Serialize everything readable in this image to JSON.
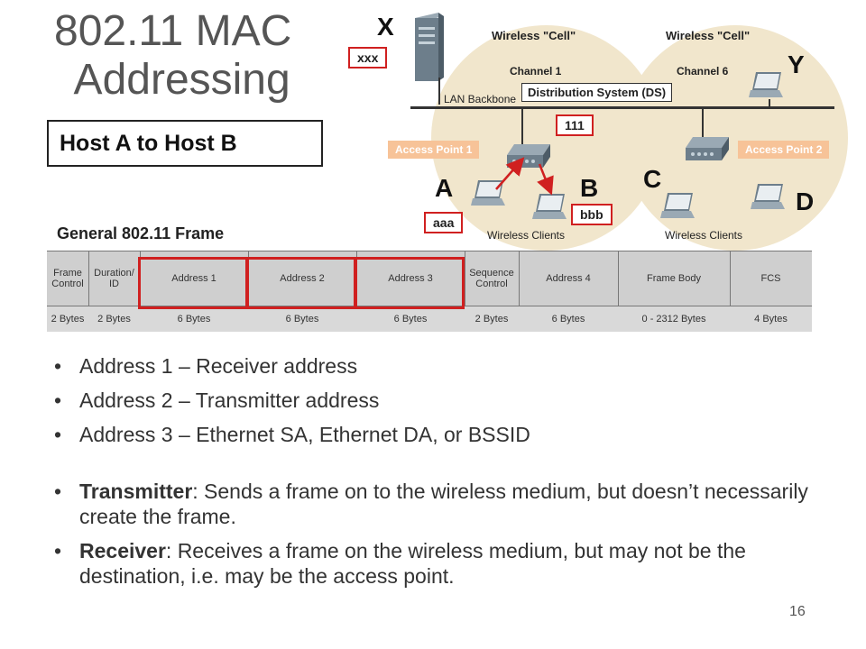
{
  "title": {
    "line1": "802.11 MAC",
    "line2": "Addressing"
  },
  "host_label": "Host A to Host B",
  "frame": {
    "label": "General 802.11 Frame",
    "fields": [
      {
        "name": "Frame Control",
        "size": "2 Bytes"
      },
      {
        "name": "Duration/ ID",
        "size": "2 Bytes"
      },
      {
        "name": "Address 1",
        "size": "6 Bytes"
      },
      {
        "name": "Address 2",
        "size": "6 Bytes"
      },
      {
        "name": "Address 3",
        "size": "6 Bytes"
      },
      {
        "name": "Sequence Control",
        "size": "2 Bytes"
      },
      {
        "name": "Address 4",
        "size": "6 Bytes"
      },
      {
        "name": "Frame Body",
        "size": "0 - 2312 Bytes"
      },
      {
        "name": "FCS",
        "size": "4 Bytes"
      }
    ]
  },
  "diagram": {
    "cell_left": "Wireless \"Cell\"",
    "cell_right": "Wireless \"Cell\"",
    "channel_left": "Channel 1",
    "channel_right": "Channel 6",
    "lan_backbone": "LAN Backbone",
    "ds": "Distribution System (DS)",
    "ap1": "Access Point 1",
    "ap2": "Access Point 2",
    "clients_left": "Wireless Clients",
    "clients_right": "Wireless Clients",
    "labels": {
      "x": "X",
      "y": "Y",
      "a": "A",
      "b": "B",
      "c": "C",
      "d": "D"
    },
    "addr": {
      "xxx": "xxx",
      "ap": "111",
      "aaa": "aaa",
      "bbb": "bbb"
    }
  },
  "bullets": {
    "b1": "Address 1 – Receiver address",
    "b2": "Address 2 – Transmitter address",
    "b3": "Address 3 – Ethernet SA, Ethernet DA, or BSSID",
    "b4_term": "Transmitter",
    "b4_text": ": Sends a frame on to the wireless medium, but doesn’t necessarily create the frame.",
    "b5_term": "Receiver",
    "b5_text": ": Receives a frame on the wireless medium, but may not be the destination, i.e. may be the access point."
  },
  "page_number": "16",
  "colors": {
    "red": "#d02020",
    "ap_label": "#f7c398",
    "cell": "#f1e6cc"
  }
}
